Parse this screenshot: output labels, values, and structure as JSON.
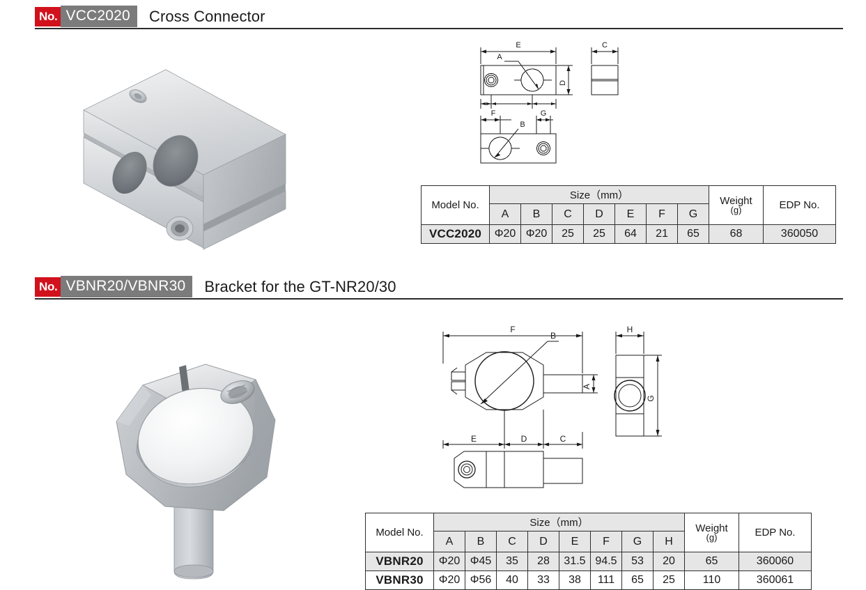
{
  "sections": [
    {
      "badge_no": "No.",
      "model_code": "VCC2020",
      "title": "Cross Connector",
      "drawing_labels": {
        "E": "E",
        "C": "C",
        "A": "A",
        "D": "D",
        "F": "F",
        "G": "G",
        "B": "B"
      },
      "table": {
        "col_model": "Model No.",
        "col_size": "Size（mm）",
        "col_weight": "Weight",
        "col_weight_unit": "(g)",
        "col_edp": "EDP No.",
        "dim_headers": [
          "A",
          "B",
          "C",
          "D",
          "E",
          "F",
          "G"
        ],
        "rows": [
          {
            "model": "VCC2020",
            "dims": [
              "Φ20",
              "Φ20",
              "25",
              "25",
              "64",
              "21",
              "65"
            ],
            "weight": "68",
            "edp": "360050"
          }
        ]
      }
    },
    {
      "badge_no": "No.",
      "model_code": "VBNR20/VBNR30",
      "title": "Bracket for the GT-NR20/30",
      "drawing_labels": {
        "F": "F",
        "B": "B",
        "A": "A",
        "E": "E",
        "D": "D",
        "C": "C",
        "H": "H",
        "G": "G"
      },
      "table": {
        "col_model": "Model No.",
        "col_size": "Size（mm）",
        "col_weight": "Weight",
        "col_weight_unit": "(g)",
        "col_edp": "EDP No.",
        "dim_headers": [
          "A",
          "B",
          "C",
          "D",
          "E",
          "F",
          "G",
          "H"
        ],
        "rows": [
          {
            "model": "VBNR20",
            "dims": [
              "Φ20",
              "Φ45",
              "35",
              "28",
              "31.5",
              "94.5",
              "53",
              "20"
            ],
            "weight": "65",
            "edp": "360060"
          },
          {
            "model": "VBNR30",
            "dims": [
              "Φ20",
              "Φ56",
              "40",
              "33",
              "38",
              "111",
              "65",
              "25"
            ],
            "weight": "110",
            "edp": "360061"
          }
        ]
      }
    }
  ],
  "colors": {
    "badge_red": "#d1121c",
    "badge_gray": "#7b7b7b",
    "rule": "#2b2b2b",
    "table_shade": "#e6e6e6",
    "table_border": "#2e2e2e"
  }
}
